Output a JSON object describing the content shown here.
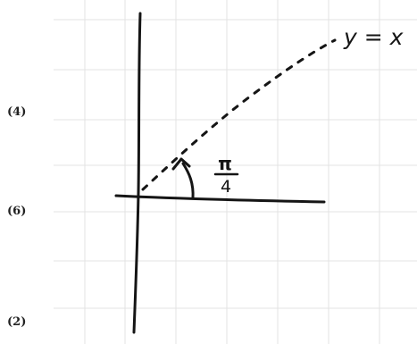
{
  "question_labels": [
    "(4)",
    "(6)",
    "(2)"
  ],
  "line_label": "y = x",
  "angle_label": {
    "numerator": "π",
    "denominator": "4"
  },
  "colors": {
    "ink": "#151515",
    "grid": "#e3e3e3",
    "background": "#ffffff"
  }
}
